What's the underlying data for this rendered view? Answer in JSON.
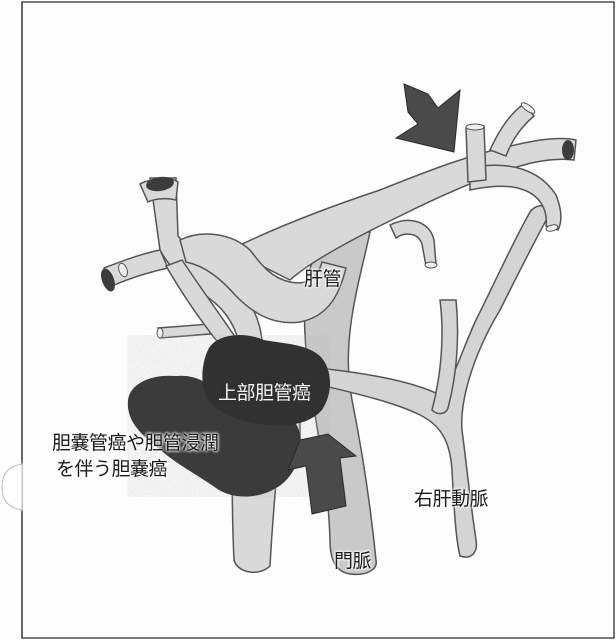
{
  "labels": {
    "hepatic_duct": "肝管",
    "upper_bile_duct_cancer": "上部胆管癌",
    "gallbladder_cancer_line1": "胆嚢管癌や胆管浸潤",
    "gallbladder_cancer_line2": "を伴う胆嚢癌",
    "right_hepatic_artery": "右肝動脈",
    "portal_vein": "門脈"
  },
  "colors": {
    "vessel": "#d3d3d3",
    "vessel_edge": "#555555",
    "tumor": "#3a3a3a",
    "arrow": "#4a4a4a",
    "border": "#222222"
  }
}
